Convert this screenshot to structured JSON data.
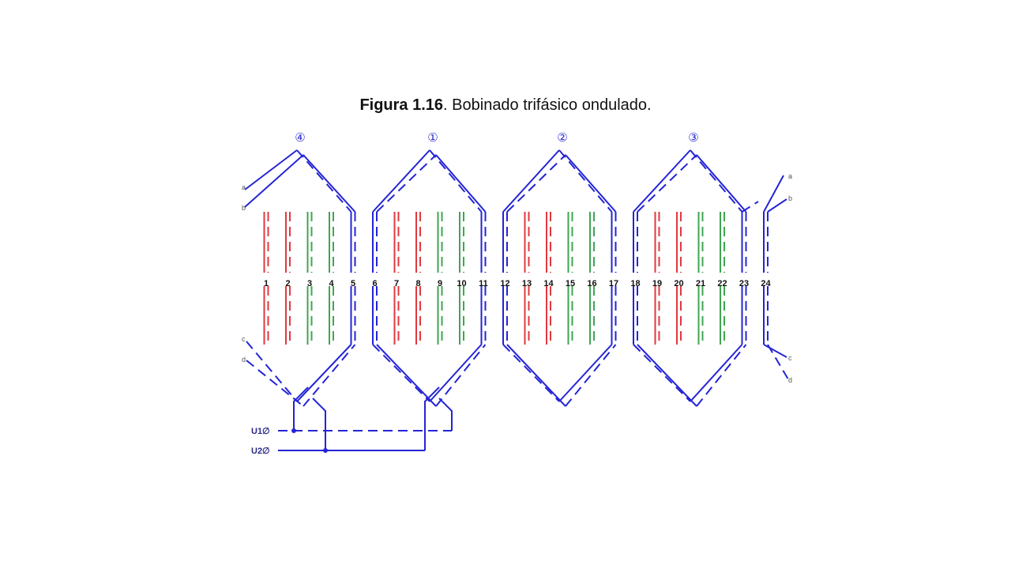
{
  "caption": {
    "label": "Figura 1.16",
    "text": ". Bobinado trifásico ondulado."
  },
  "diagram": {
    "slots": [
      "1",
      "2",
      "3",
      "4",
      "5",
      "6",
      "7",
      "8",
      "9",
      "10",
      "11",
      "12",
      "13",
      "14",
      "15",
      "16",
      "17",
      "18",
      "19",
      "20",
      "21",
      "22",
      "23",
      "24"
    ],
    "slot_phase": [
      "red",
      "red",
      "green",
      "green",
      "blue",
      "blue",
      "red",
      "red",
      "green",
      "green",
      "blue",
      "blue",
      "red",
      "red",
      "green",
      "green",
      "blue",
      "blue",
      "red",
      "red",
      "green",
      "green",
      "blue",
      "blue"
    ],
    "pole_markers": [
      "④",
      "①",
      "②",
      "③"
    ],
    "leads_left_top": [
      "a",
      "b"
    ],
    "leads_right_top": [
      "a",
      "b"
    ],
    "leads_left_bottom": [
      "c",
      "d"
    ],
    "leads_right_bottom": [
      "c",
      "d"
    ],
    "terminals": [
      "U1∅",
      "U2∅"
    ],
    "colors": {
      "red": "#e0393e",
      "green": "#3fa651",
      "blue": "#2424d6"
    }
  }
}
